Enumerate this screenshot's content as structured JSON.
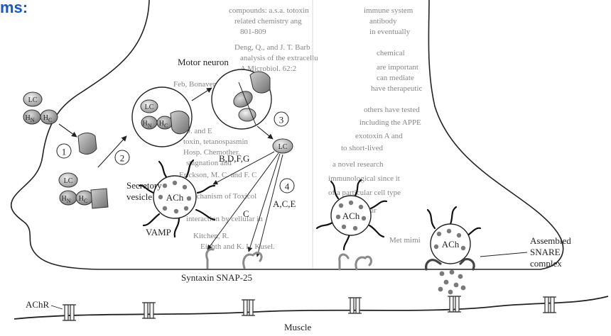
{
  "header": {
    "fragment": "ms:"
  },
  "background_text": {
    "left_col": [
      "compounds: a.s.a. totoxin",
      "related chemistry ang",
      "801-809",
      "Deng, Q., and J. T. Barb",
      "analysis of the extracellu",
      "A Microbiol. 62:2",
      "Feb, Bonaventura, Ba",
      "Bt. D. and E",
      "toxin, tetanospasmin",
      "Hosp. Chemother.",
      "stagnation and",
      "Erickson, M. C. and F. C",
      "Mechanism of Toxicol",
      "interaction by cellular in",
      "Kitchen, R.",
      "Eighth and K. L. Kusel."
    ],
    "right_col": [
      "immune system",
      "antibody",
      "in eventually",
      "chemical",
      "are important",
      "can mediate",
      "have therapeutic",
      "others have tested",
      "including the APPE",
      "exotoxin A and",
      "to short-lived",
      "a novel research",
      "immunological since it",
      "of a particular cell type",
      "a particular",
      "Met mimi"
    ]
  },
  "labels": {
    "motor_neuron": "Motor neuron",
    "secretory_vesicle_1": "Secretory",
    "secretory_vesicle_2": "vesicle",
    "vamp": "VAMP",
    "syntaxin_snap": "Syntaxin SNAP-25",
    "assembled_1": "Assembled",
    "assembled_2": "SNARE",
    "assembled_3": "complex",
    "achr": "AChR",
    "muscle": "Muscle",
    "ach": "ACh",
    "serotypes_bdfg": "B,D,F,G",
    "serotype_c": "C",
    "serotypes_ace": "A,C,E"
  },
  "toxin": {
    "lc": "LC",
    "hn": "H",
    "hn_sub": "N",
    "hc": "H",
    "hc_sub": "C"
  },
  "steps": [
    "1",
    "2",
    "3",
    "4"
  ]
}
